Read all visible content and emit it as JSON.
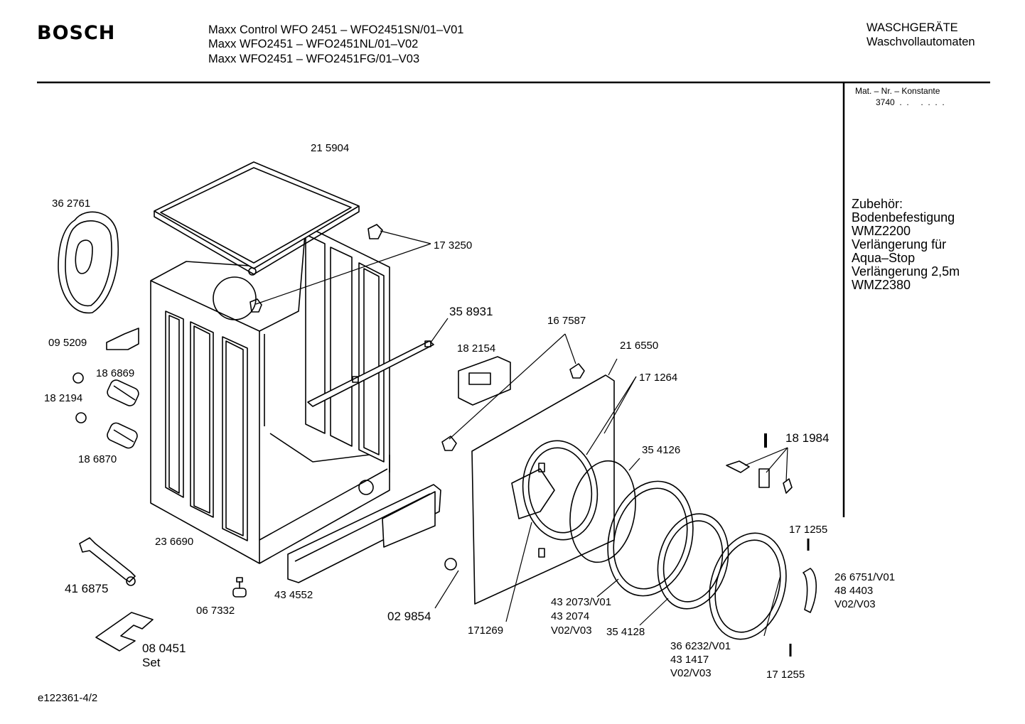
{
  "header": {
    "brand": "BOSCH",
    "models": [
      "Maxx Control WFO 2451 – WFO2451SN/01–V01",
      "Maxx WFO2451 – WFO2451NL/01–V02",
      "Maxx WFO2451 – WFO2451FG/01–V03"
    ],
    "category": "WASCHGERÄTE",
    "subcategory": "Waschvollautomaten"
  },
  "sidebar": {
    "mat_header": "Mat. – Nr. – Konstante",
    "mat_value": "3740  .  .     .  .  .  .",
    "accessories": [
      "Zubehör:",
      "Bodenbefestigung",
      "WMZ2200",
      "Verlängerung für",
      "Aqua–Stop",
      "Verlängerung 2,5m",
      "WMZ2380"
    ]
  },
  "parts": {
    "p215904": "21 5904",
    "p362761": "36 2761",
    "p173250": "17 3250",
    "p358931": "35 8931",
    "p167587": "16 7587",
    "p182154": "18 2154",
    "p216550": "21 6550",
    "p171264": "17 1264",
    "p095209": "09 5209",
    "p186869": "18 6869",
    "p182194": "18 2194",
    "p186870": "18 6870",
    "p354126": "35 4126",
    "p181984": "18 1984",
    "p171255a": "17 1255",
    "p236690": "23 6690",
    "p416875": "41 6875",
    "p067332": "06 7332",
    "p434552": "43 4552",
    "p029854": "02 9854",
    "p171269": "171269",
    "p432073": [
      "43 2073/V01",
      "43 2074",
      "V02/V03"
    ],
    "p354128": "35 4128",
    "p366232": [
      "36 6232/V01",
      "43 1417",
      "V02/V03"
    ],
    "p266751": [
      "26 6751/V01",
      "48 4403",
      "V02/V03"
    ],
    "p171255b": "17 1255",
    "p080451": [
      "08 0451",
      "Set"
    ]
  },
  "footer": {
    "drawing_id": "e122361-4/2"
  }
}
